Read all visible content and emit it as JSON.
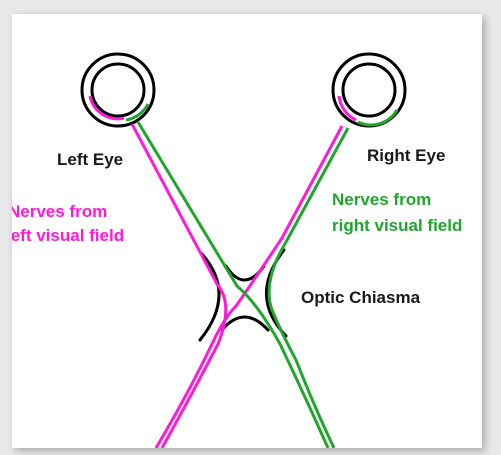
{
  "labels": {
    "left_eye": "Left Eye",
    "right_eye": "Right Eye",
    "left_nerves_line1": "Nerves from",
    "left_nerves_line2": "left visual field",
    "right_nerves_line1": "Nerves from",
    "right_nerves_line2": "right visual field",
    "chiasma": "Optic Chiasma"
  },
  "colors": {
    "left_field": "#ff1ad9",
    "right_field": "#22a52e",
    "outline": "#000000"
  }
}
